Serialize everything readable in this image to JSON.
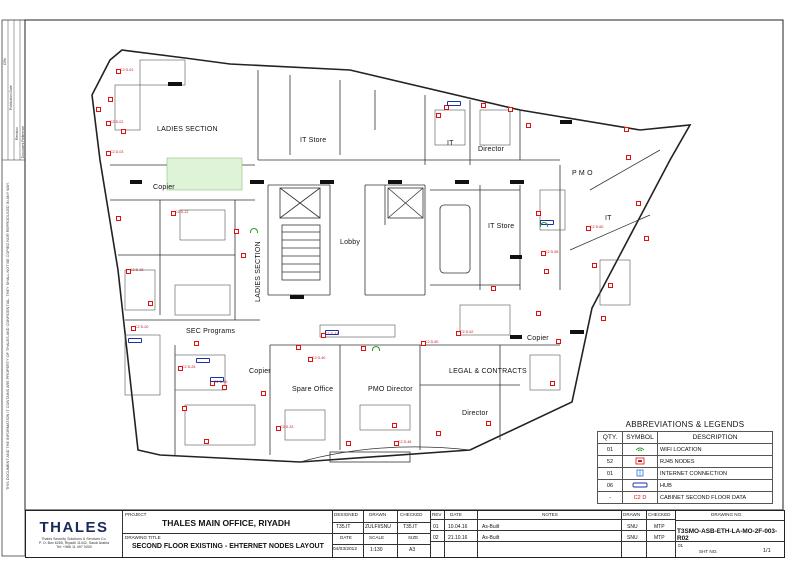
{
  "side_note": "THIS DOCUMENT AND THE INFORMATION IT CONTAINS ARE PROPERTY OF THALES AND CONFIDENTIAL. THEY SHALL NOT BE COPIED NOR REPRODUCED IN ANY WAY.",
  "revision_strip": [
    "CR#",
    "Publication Date",
    "Revision",
    "Document Reference"
  ],
  "rooms": {
    "ladies_section": "LADIES SECTION",
    "copier_1": "Copier",
    "it_store_1": "IT Store",
    "it_1": "IT",
    "director_1": "Director",
    "pmo": "P M O",
    "it_2": "IT",
    "lobby": "Lobby",
    "it_store_2": "IT Store",
    "ladies_section_v": "LADIES SECTION",
    "sec_programs": "SEC Programs",
    "copier_2": "Copier",
    "copier_3": "Copier",
    "spare_office": "Spare Office",
    "pmo_director": "PMO Director",
    "legal_contracts": "LEGAL & CONTRACTS",
    "director_2": "Director"
  },
  "node_labels": [
    "C2 D-01",
    "C2 D-02",
    "C2 D-03",
    "C2 D-12",
    "C2 D-15",
    "C2 D-20",
    "C2 D-25",
    "C2 D-30",
    "C2 D-33",
    "C2 D-40",
    "C2 D-44",
    "C2 D-48",
    "C2 D-50",
    "C2 D-52",
    "C2 D-55",
    "C2 D-60"
  ],
  "legend": {
    "title": "ABBREVIATIONS & LEGENDS",
    "headers": [
      "QTY.",
      "SYMBOL",
      "DESCRIPTION"
    ],
    "rows": [
      {
        "qty": "01",
        "symbol": "wifi-icon",
        "description": "WIFI LOCATION"
      },
      {
        "qty": "52",
        "symbol": "rj45-node-icon",
        "description": "RJ45 NODES"
      },
      {
        "qty": "01",
        "symbol": "internet-connection-icon",
        "description": "INTERNET CONNECTION"
      },
      {
        "qty": "06",
        "symbol": "hub-icon",
        "description": "HUB"
      },
      {
        "qty": "-",
        "symbol": "C2 D",
        "description": "CABINET SECOND FLOOR DATA"
      }
    ]
  },
  "title_block": {
    "company": "THALES",
    "company_sub": "Thales Security Solutions & Services Co.",
    "company_addr": "P. O. Box 6265, Riyadh 11442, Saudi Arabia",
    "company_tel": "Tel: +966 11 497 0000",
    "project_label": "PROJECT",
    "project": "THALES MAIN OFFICE, RIYADH",
    "drawing_title_label": "DRAWING TITLE",
    "drawing_title": "SECOND FLOOR EXISTING - EHTERNET NODES LAYOUT",
    "designed_label": "DESIGNED",
    "designed": "T35.IT",
    "drawn_label": "DRAWN",
    "drawn": "ZULFI/SNU",
    "checked_label": "CHECKED",
    "checked": "T35.IT",
    "date_label": "DATE",
    "date": "04/03/2012",
    "scale_label": "SCALE",
    "scale": "1:130",
    "size_label": "SIZE",
    "size": "A3",
    "rev_header": [
      "REV",
      "DATE",
      "NOTES",
      "DRAWN",
      "CHECKED"
    ],
    "revisions": [
      {
        "rev": "01",
        "date": "10.04.16",
        "notes": "As-Built",
        "drawn": "SNU",
        "checked": "MTP"
      },
      {
        "rev": "02",
        "date": "21.10.16",
        "notes": "As-Built",
        "drawn": "SNU",
        "checked": "MTP"
      }
    ],
    "drawing_no_label": "DRAWING NO.",
    "drawing_no": "T3SMO-ASB-ETH-LA-MO-2F-003-R02",
    "sheet_label": "SHT NO.",
    "sheet_rev": "01",
    "sheet": "1/1"
  }
}
